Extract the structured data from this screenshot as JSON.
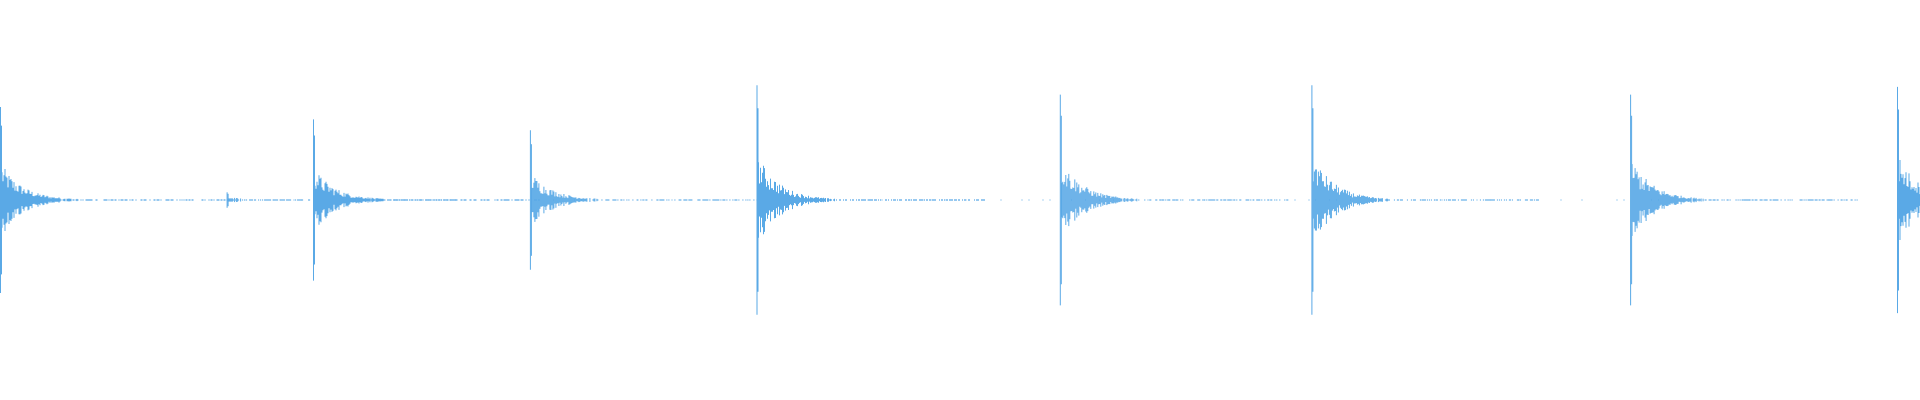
{
  "waveform": {
    "color": "#5aa9e6",
    "background": "#ffffff",
    "transients": [
      {
        "position": 0.0,
        "amplitude": 0.6
      },
      {
        "position": 0.118,
        "amplitude": 0.05
      },
      {
        "position": 0.163,
        "amplitude": 0.52
      },
      {
        "position": 0.276,
        "amplitude": 0.45
      },
      {
        "position": 0.394,
        "amplitude": 0.74
      },
      {
        "position": 0.552,
        "amplitude": 0.68
      },
      {
        "position": 0.683,
        "amplitude": 0.74
      },
      {
        "position": 0.849,
        "amplitude": 0.68
      },
      {
        "position": 0.988,
        "amplitude": 0.73
      }
    ]
  }
}
